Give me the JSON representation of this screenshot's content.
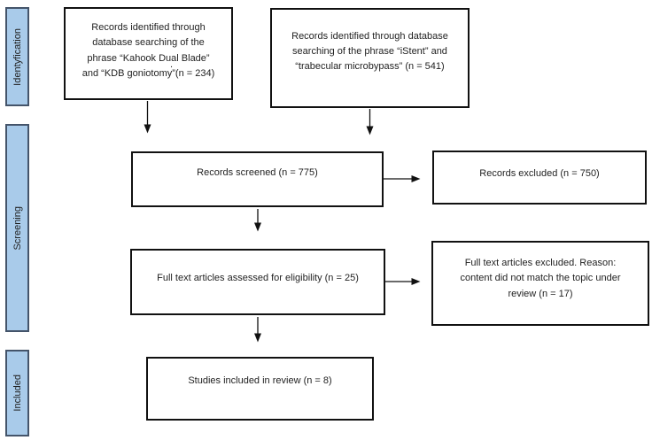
{
  "stages": [
    {
      "label": "Identyfication"
    },
    {
      "label": "Screening"
    },
    {
      "label": "Included"
    }
  ],
  "boxes": {
    "identified_kdb": "Records identified through\ndatabase searching of the\nphrase “Kahook Dual Blade”\nand “KDB goniotomy”(n = 234)",
    "identified_istent": "Records identified through database\nsearching of the phrase “iStent” and\n“trabecular microbypass” (n = 541)",
    "screened": "Records screened (n = 775)",
    "excluded": "Records excluded (n = 750)",
    "fulltext_assessed": "Full text articles assessed for eligibility (n = 25)",
    "fulltext_excluded": "Full text articles excluded. Reason:\ncontent did not match the topic under\nreview (n = 17)",
    "included_review": "Studies included in review (n = 8)"
  },
  "artifacts": {
    "goniotomy_mark": "."
  },
  "colors": {
    "stage_fill": "#A9CBEA",
    "stage_border": "#44546A",
    "box_border": "#111111",
    "text": "#1F1F1F",
    "arrow": "#111111",
    "background": "#FFFFFF"
  }
}
